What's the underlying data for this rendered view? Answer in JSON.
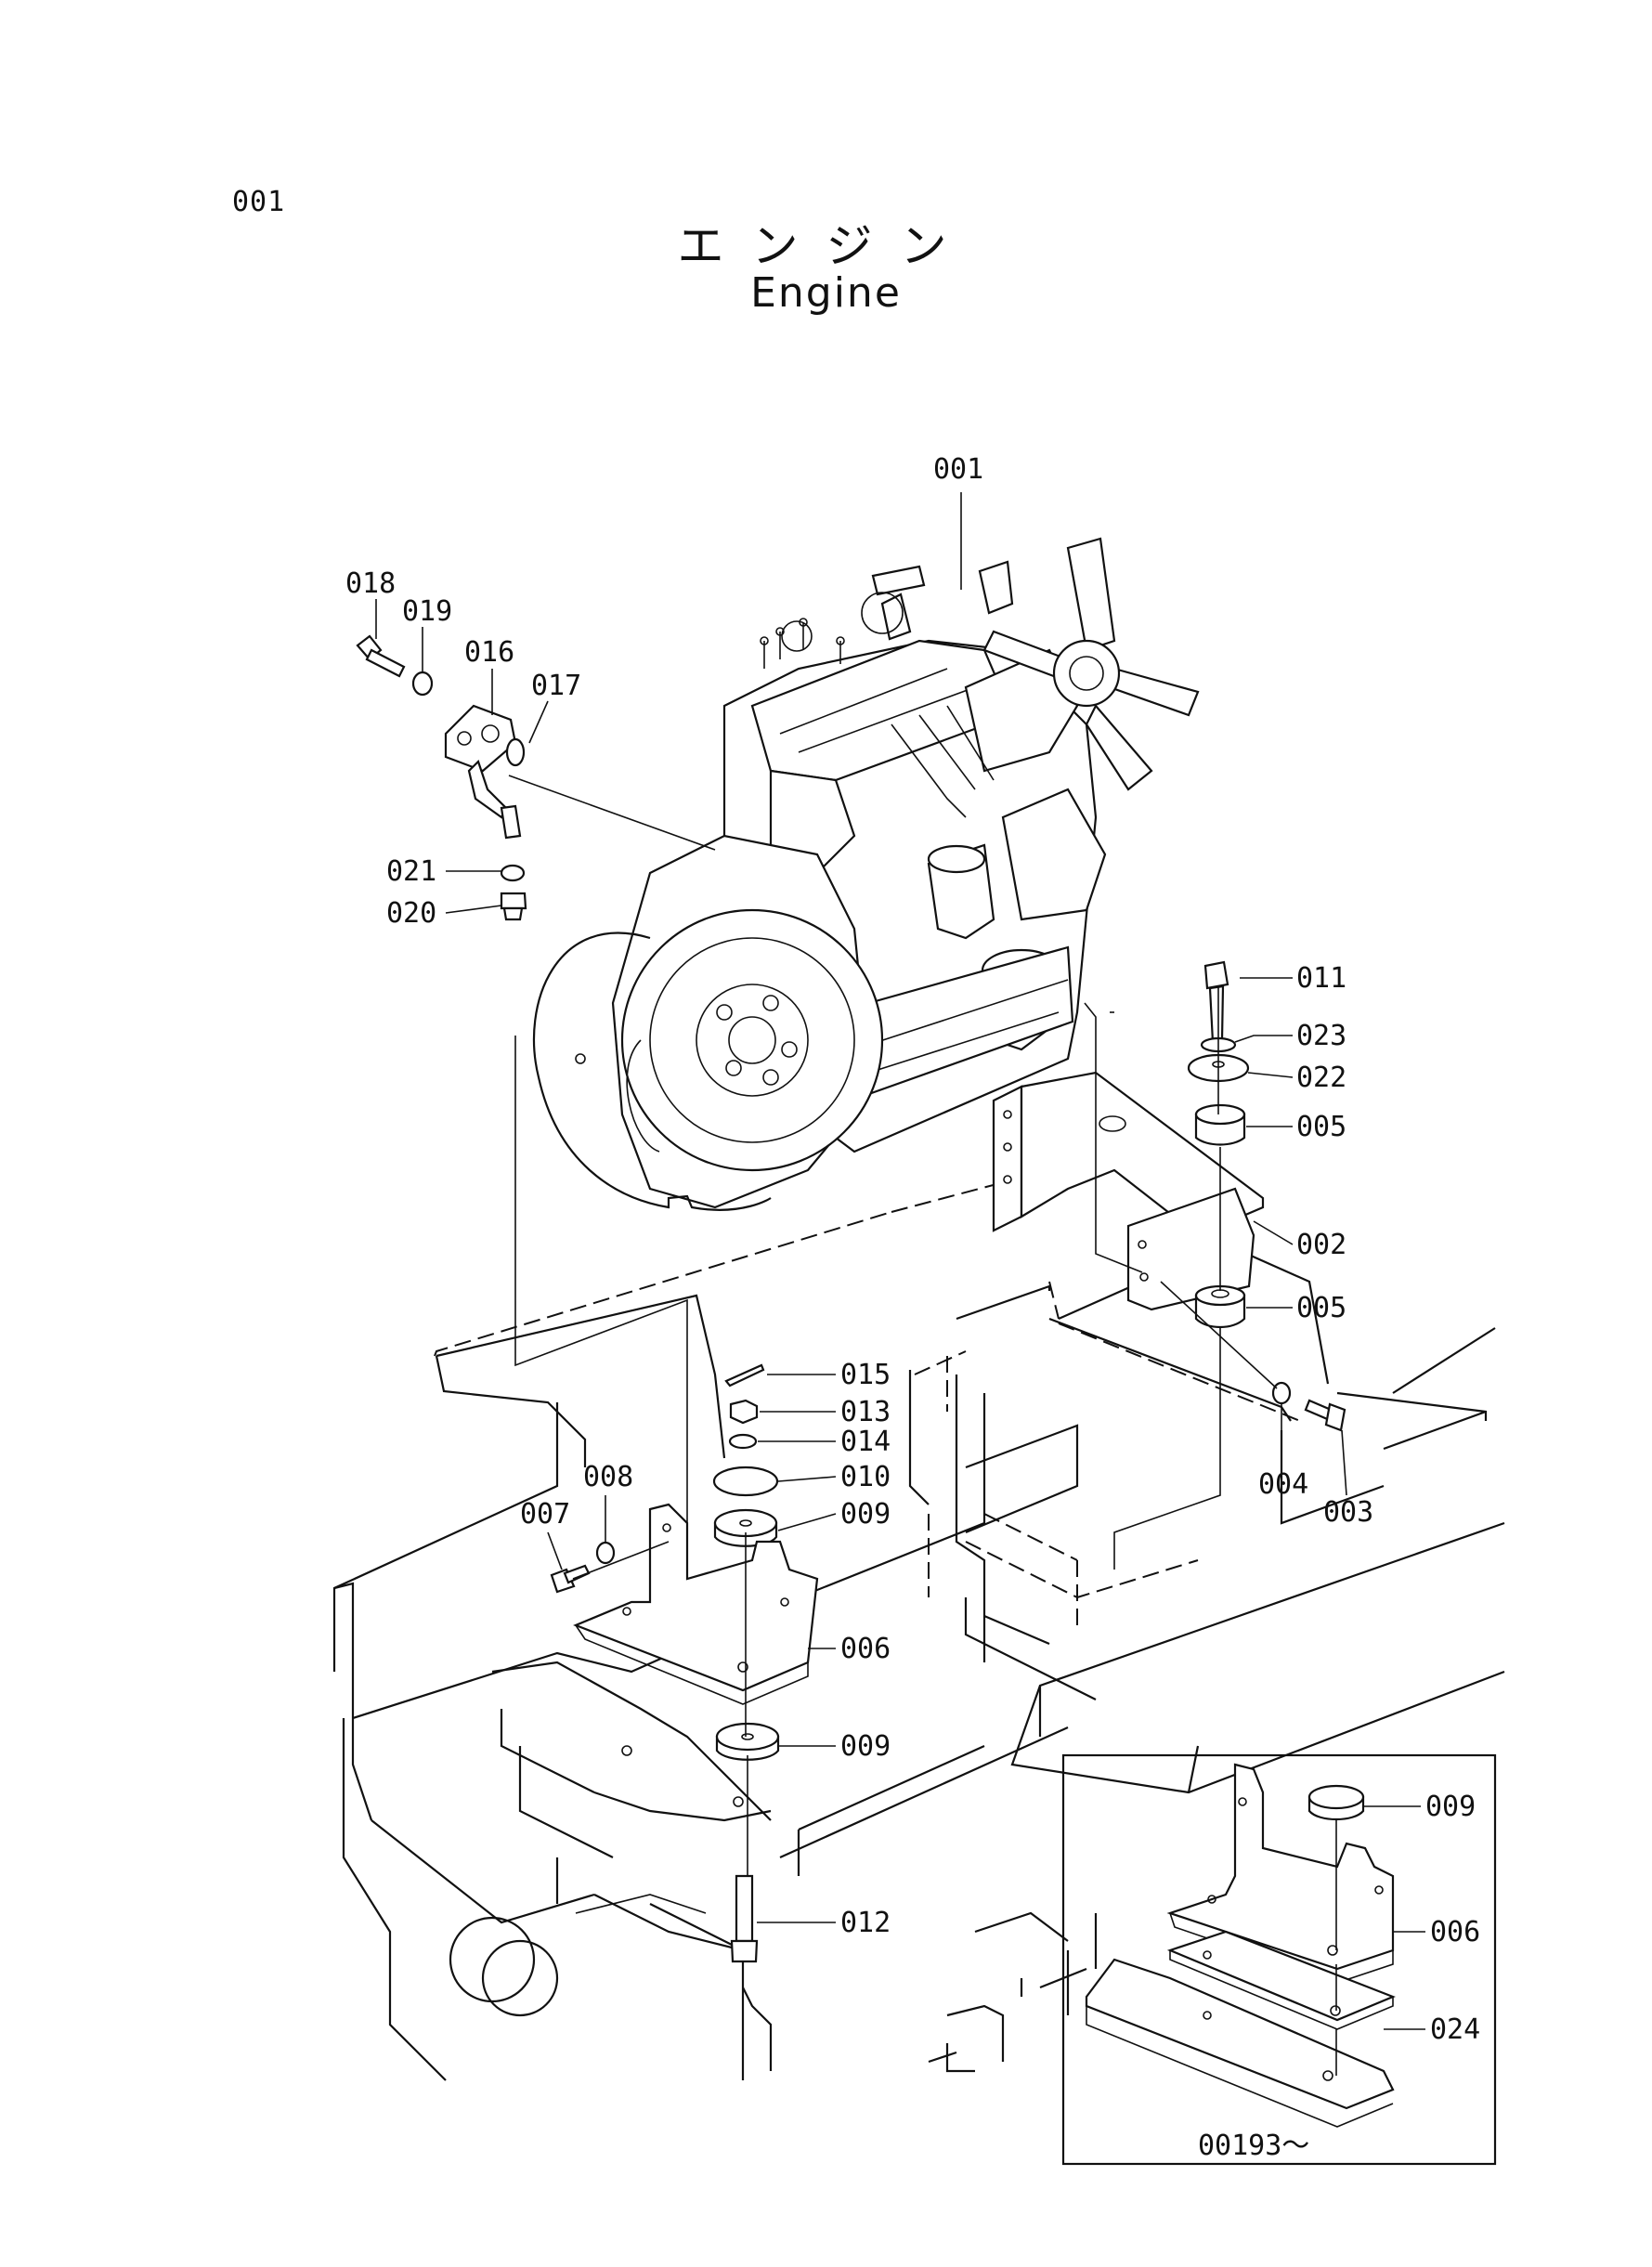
{
  "page_number": "001",
  "title": {
    "japanese": "エンジン",
    "english": "Engine"
  },
  "callouts": [
    {
      "id": "001"
    },
    {
      "id": "018"
    },
    {
      "id": "019"
    },
    {
      "id": "016"
    },
    {
      "id": "017"
    },
    {
      "id": "021"
    },
    {
      "id": "020"
    },
    {
      "id": "011"
    },
    {
      "id": "023"
    },
    {
      "id": "022"
    },
    {
      "id": "005"
    },
    {
      "id": "002"
    },
    {
      "id": "005"
    },
    {
      "id": "015"
    },
    {
      "id": "013"
    },
    {
      "id": "014"
    },
    {
      "id": "010"
    },
    {
      "id": "009"
    },
    {
      "id": "008"
    },
    {
      "id": "007"
    },
    {
      "id": "006"
    },
    {
      "id": "009"
    },
    {
      "id": "004"
    },
    {
      "id": "003"
    },
    {
      "id": "012"
    },
    {
      "id": "009"
    },
    {
      "id": "006"
    },
    {
      "id": "024"
    }
  ],
  "inset": {
    "serial_label": "00193～"
  }
}
